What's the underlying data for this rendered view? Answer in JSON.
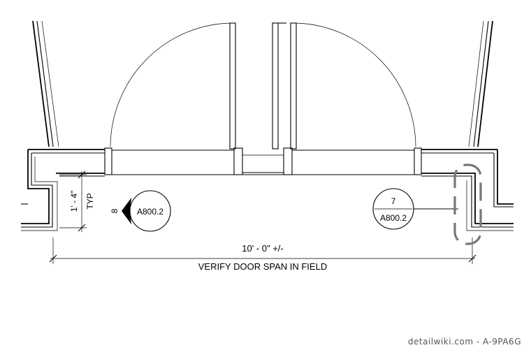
{
  "dimensions": {
    "span": "10' - 0\" +/-",
    "span_note": "VERIFY DOOR SPAN IN FIELD",
    "offset": "1' - 4\"",
    "offset_note": "TYP"
  },
  "callouts": {
    "left_section": {
      "number": "8",
      "sheet": "A800.2"
    },
    "right_detail": {
      "number": "7",
      "sheet": "A800.2"
    }
  },
  "watermark": "detailwiki.com - A-9PA6G"
}
